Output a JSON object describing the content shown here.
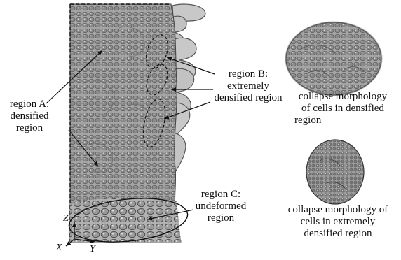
{
  "labels": {
    "region_a": [
      "region A:",
      "densified",
      "region"
    ],
    "region_b": [
      "region B:",
      "extremely",
      "densified region"
    ],
    "region_c": [
      "region C:",
      "undeformed",
      "region"
    ],
    "collapse_densified": [
      "collapse morphology",
      "of cells in densified",
      "region"
    ],
    "collapse_extreme": [
      "collapse morphology of",
      "cells in extremely",
      "densified region"
    ]
  },
  "axes": {
    "x": "X",
    "y": "Y",
    "z": "Z"
  },
  "colors": {
    "specimen_fill": "#9a9a9a",
    "specimen_dark": "#6a6a6a",
    "fold_fill": "#c8c8c8",
    "line": "#111111"
  }
}
